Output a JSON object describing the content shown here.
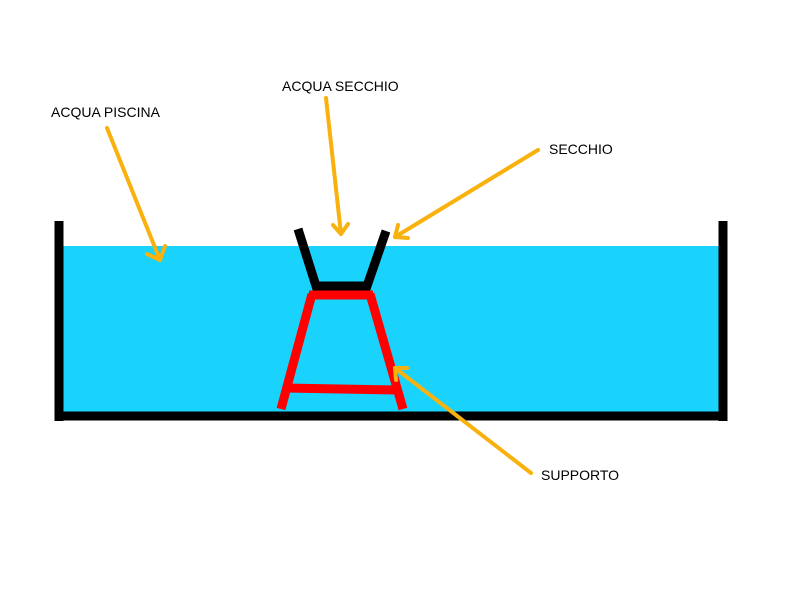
{
  "labels": {
    "pool_water": "ACQUA PISCINA",
    "bucket_water": "ACQUA SECCHIO",
    "bucket": "SECCHIO",
    "support": "SUPPORTO"
  },
  "colors": {
    "water": "#19d3fd",
    "walls": "#000000",
    "support": "#ff0000",
    "arrows": "#f9b10e",
    "background": "#ffffff",
    "text": "#000000"
  }
}
